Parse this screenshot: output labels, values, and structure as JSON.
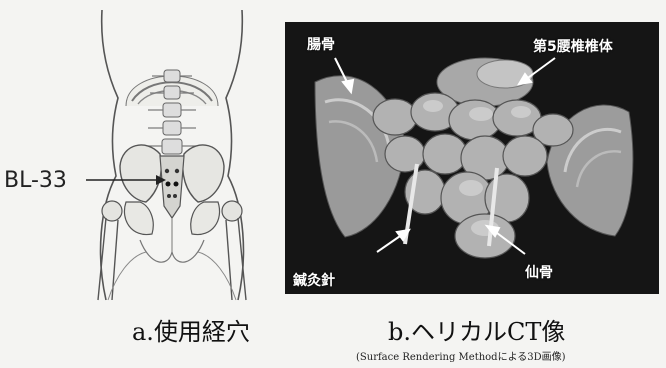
{
  "panel_a": {
    "acupoint_label": "BL-33",
    "caption": "a.使用経穴"
  },
  "panel_b": {
    "labels": {
      "ilium": "腸骨",
      "l5_body": "第5腰椎椎体",
      "needle": "鍼灸針",
      "sacrum": "仙骨"
    },
    "caption": "b.ヘリカルCT像",
    "subcaption": "(Surface Rendering Methodによる3D画像)"
  }
}
